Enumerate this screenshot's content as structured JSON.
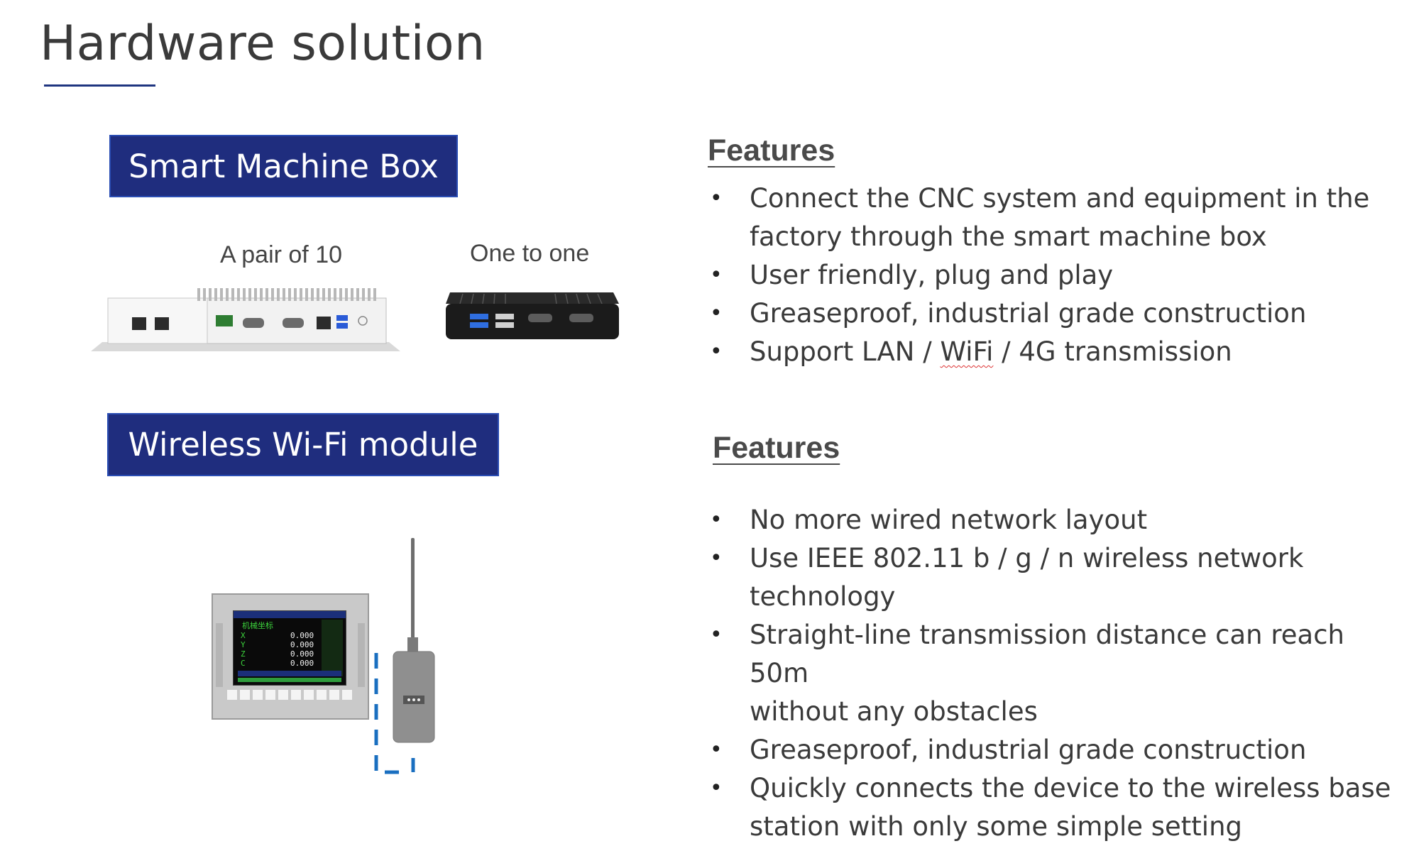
{
  "page": {
    "title": "Hardware solution"
  },
  "smart_box": {
    "heading": "Smart Machine Box",
    "caption_left": "A pair of 10",
    "caption_right": "One to one",
    "features_title": "Features",
    "features": [
      "Connect the CNC system and equipment in the",
      "factory through the smart machine box",
      "User friendly, plug and play",
      "Greaseproof, industrial grade construction",
      {
        "pre": "Support LAN / ",
        "wavy": "WiFi",
        "post": " / 4G transmission"
      }
    ]
  },
  "wifi_module": {
    "heading": "Wireless Wi-Fi module",
    "features_title": "Features",
    "features": [
      "No more wired network layout",
      "Use IEEE 802.11 b / g / n wireless network technology",
      "Straight-line transmission distance can reach 50m",
      "without any obstacles",
      "Greaseproof, industrial grade construction",
      "Quickly connects the device to the wireless base",
      "station with only some simple setting"
    ]
  },
  "cnc_screen": {
    "header": "机械坐标",
    "axes": [
      "X",
      "Y",
      "Z",
      "C"
    ],
    "values": [
      "0.000",
      "0.000",
      "0.000",
      "0.000"
    ]
  },
  "colors": {
    "accent": "#1f2d7e",
    "rule": "#1f3580",
    "dashed": "#1a6fc0"
  }
}
